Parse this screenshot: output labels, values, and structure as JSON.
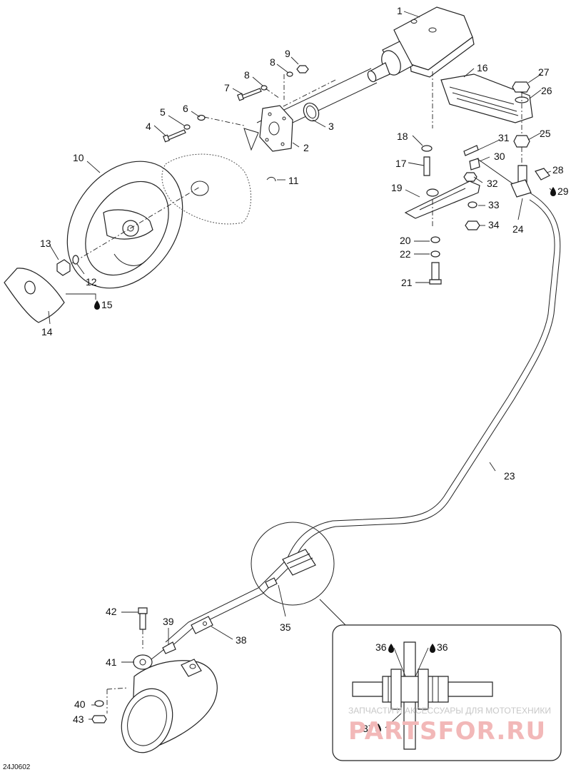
{
  "diagram_code": "24J0602",
  "callouts": [
    {
      "id": "c1",
      "label": "1"
    },
    {
      "id": "c2",
      "label": "2"
    },
    {
      "id": "c3",
      "label": "3"
    },
    {
      "id": "c4",
      "label": "4"
    },
    {
      "id": "c5",
      "label": "5"
    },
    {
      "id": "c6",
      "label": "6"
    },
    {
      "id": "c7",
      "label": "7"
    },
    {
      "id": "c8a",
      "label": "8"
    },
    {
      "id": "c8b",
      "label": "8"
    },
    {
      "id": "c9",
      "label": "9"
    },
    {
      "id": "c10",
      "label": "10"
    },
    {
      "id": "c11",
      "label": "11"
    },
    {
      "id": "c12",
      "label": "12"
    },
    {
      "id": "c13",
      "label": "13"
    },
    {
      "id": "c14",
      "label": "14"
    },
    {
      "id": "c15",
      "label": "15",
      "drop": true
    },
    {
      "id": "c16",
      "label": "16"
    },
    {
      "id": "c17",
      "label": "17"
    },
    {
      "id": "c18",
      "label": "18"
    },
    {
      "id": "c19",
      "label": "19"
    },
    {
      "id": "c20",
      "label": "20"
    },
    {
      "id": "c21",
      "label": "21"
    },
    {
      "id": "c22",
      "label": "22"
    },
    {
      "id": "c23",
      "label": "23"
    },
    {
      "id": "c24",
      "label": "24"
    },
    {
      "id": "c25",
      "label": "25"
    },
    {
      "id": "c26",
      "label": "26"
    },
    {
      "id": "c27",
      "label": "27"
    },
    {
      "id": "c28",
      "label": "28"
    },
    {
      "id": "c29",
      "label": "29",
      "drop": true
    },
    {
      "id": "c30",
      "label": "30"
    },
    {
      "id": "c31",
      "label": "31"
    },
    {
      "id": "c32",
      "label": "32"
    },
    {
      "id": "c33",
      "label": "33"
    },
    {
      "id": "c34",
      "label": "34"
    },
    {
      "id": "c35",
      "label": "35"
    },
    {
      "id": "c36a",
      "label": "36",
      "drop": true
    },
    {
      "id": "c36b",
      "label": "36",
      "drop": true
    },
    {
      "id": "c37",
      "label": "37",
      "drop": true
    },
    {
      "id": "c38",
      "label": "38"
    },
    {
      "id": "c39",
      "label": "39"
    },
    {
      "id": "c40",
      "label": "40"
    },
    {
      "id": "c41",
      "label": "41"
    },
    {
      "id": "c42",
      "label": "42"
    },
    {
      "id": "c43",
      "label": "43"
    }
  ],
  "watermark": {
    "line1": "ЗАПЧАСТИ И АКСЕССУАРЫ ДЛЯ МОТОТЕХНИКИ",
    "line2": "PARTSFOR.RU"
  }
}
